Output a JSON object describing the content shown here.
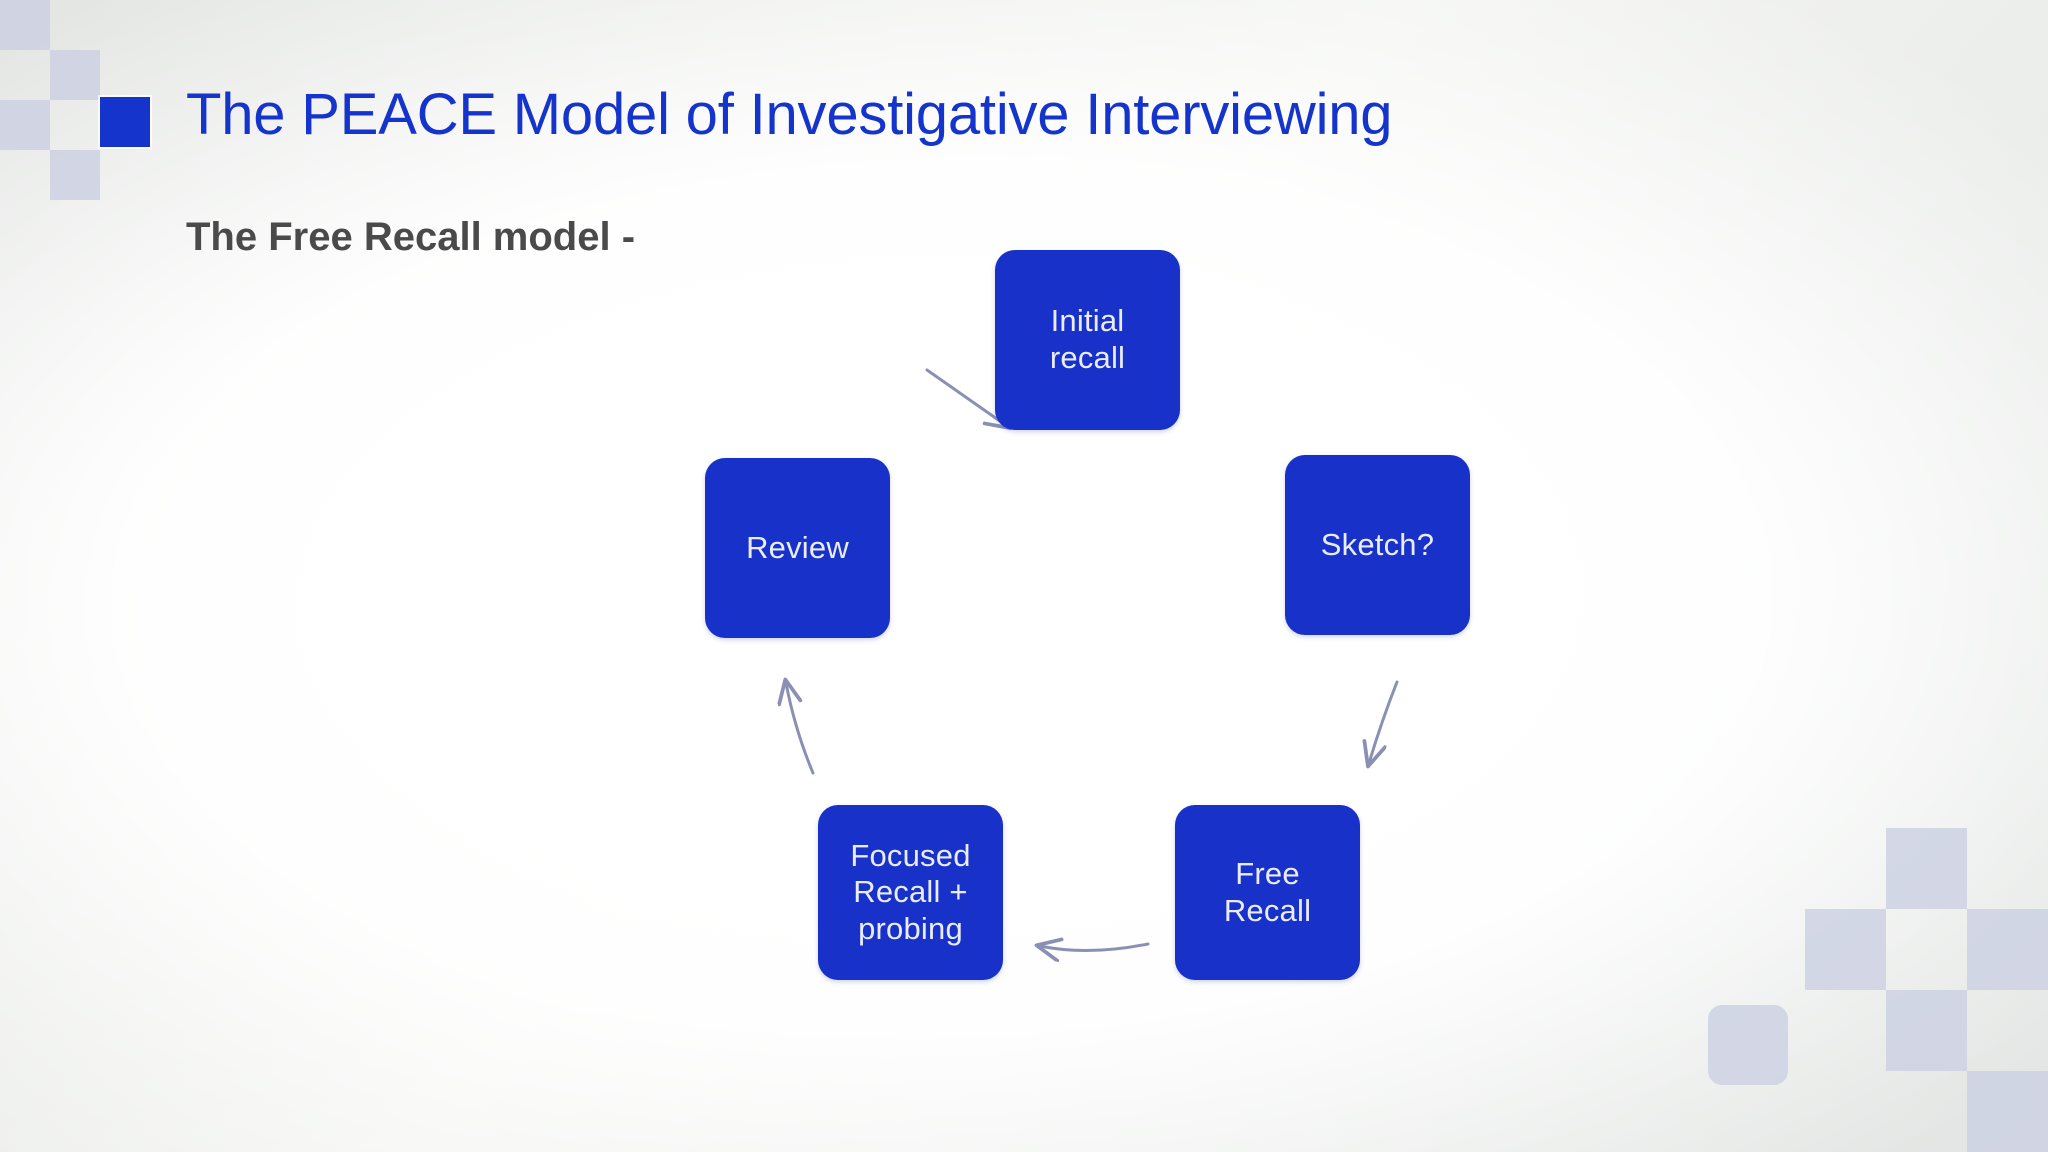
{
  "slide": {
    "title": "The PEACE Model of Investigative Interviewing",
    "subtitle": "The Free Recall model -",
    "title_color": "#1434cb",
    "subtitle_color": "#4a4a4a",
    "background_color": "#eceeeb",
    "accent_color": "#1831c8",
    "bullet_icon": "blue-square-bullet"
  },
  "diagram": {
    "type": "cycle",
    "node_color": "#1831c8",
    "node_text_color": "#e8ecfb",
    "arrow_color": "#8a90b4",
    "nodes": [
      {
        "id": "initial-recall",
        "label": "Initial\nrecall",
        "order": 1
      },
      {
        "id": "sketch",
        "label": "Sketch?",
        "order": 2
      },
      {
        "id": "free-recall",
        "label": "Free\nRecall",
        "order": 3
      },
      {
        "id": "focused-recall",
        "label": "Focused\nRecall +\nprobing",
        "order": 4
      },
      {
        "id": "review",
        "label": "Review",
        "order": 5
      }
    ],
    "arrows": [
      {
        "id": "arrow-initial-to-sketch",
        "from": "initial-recall",
        "to": "sketch",
        "direction": "down-right"
      },
      {
        "id": "arrow-sketch-to-free",
        "from": "sketch",
        "to": "free-recall",
        "direction": "down"
      },
      {
        "id": "arrow-free-to-focused",
        "from": "free-recall",
        "to": "focused-recall",
        "direction": "left"
      },
      {
        "id": "arrow-focused-to-review",
        "from": "focused-recall",
        "to": "review",
        "direction": "up"
      }
    ]
  },
  "decorations": {
    "top_left_squares": 7,
    "bottom_right_squares": 7,
    "square_color": "#ccd0e2"
  }
}
